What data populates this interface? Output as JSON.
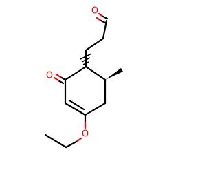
{
  "molecule": {
    "atoms": [
      {
        "id": "O_ald",
        "symbol": "O",
        "color": "#ff0000"
      },
      {
        "id": "O_ket",
        "symbol": "O",
        "color": "#ff0000"
      },
      {
        "id": "O_eth",
        "symbol": "O",
        "color": "#ff0000"
      }
    ],
    "colors": {
      "bond": "#000000",
      "heteroatom": "#ff0000",
      "background": "#ffffff"
    }
  }
}
